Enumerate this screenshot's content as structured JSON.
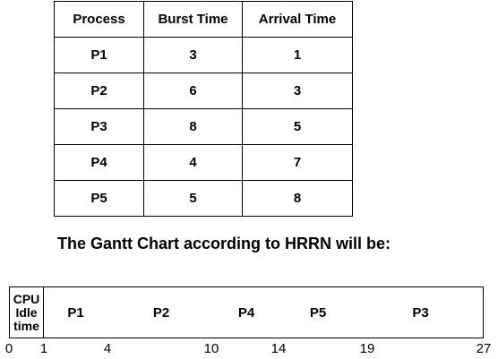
{
  "table": {
    "headers": [
      "Process",
      "Burst Time",
      "Arrival Time"
    ],
    "rows": [
      {
        "process": "P1",
        "burst": "3",
        "arrival": "1"
      },
      {
        "process": "P2",
        "burst": "6",
        "arrival": "3"
      },
      {
        "process": "P3",
        "burst": "8",
        "arrival": "5"
      },
      {
        "process": "P4",
        "burst": "4",
        "arrival": "7"
      },
      {
        "process": "P5",
        "burst": "5",
        "arrival": "8"
      }
    ]
  },
  "heading": "The Gantt Chart according to HRRN will be:",
  "gantt": {
    "blocks": [
      {
        "label": "CPU Idle time",
        "start": 0,
        "end": 1
      },
      {
        "label": "P1",
        "start": 1,
        "end": 4
      },
      {
        "label": "P2",
        "start": 4,
        "end": 10
      },
      {
        "label": "P4",
        "start": 10,
        "end": 14
      },
      {
        "label": "P5",
        "start": 14,
        "end": 19
      },
      {
        "label": "P3",
        "start": 19,
        "end": 27
      }
    ],
    "ticks": [
      "0",
      "1",
      "4",
      "10",
      "14",
      "19",
      "27"
    ]
  }
}
